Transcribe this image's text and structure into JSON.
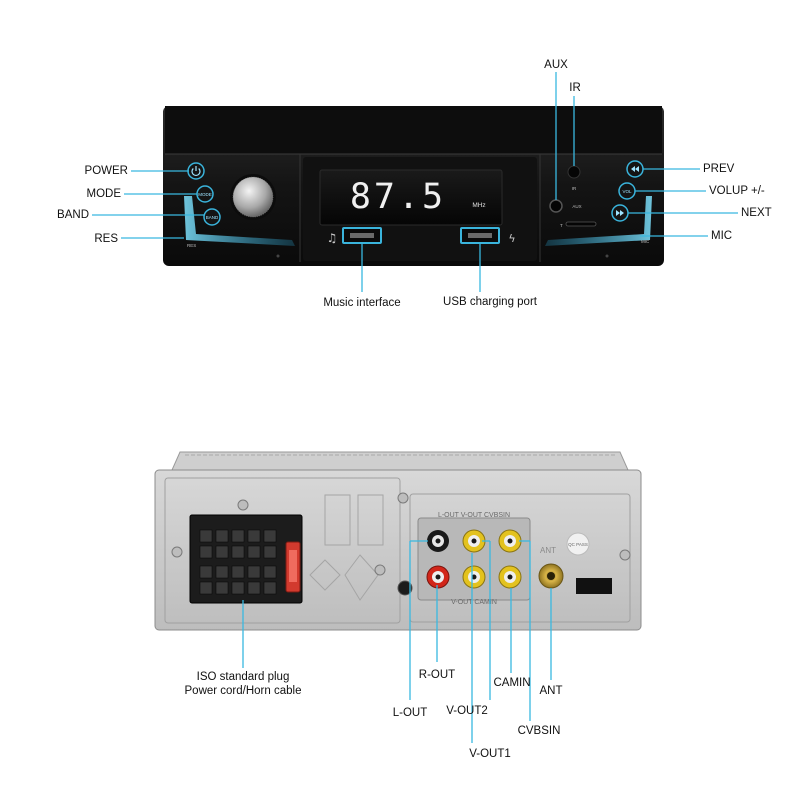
{
  "front_panel": {
    "display": {
      "frequency": "87.5",
      "unit": "MHz"
    },
    "tiny_labels": {
      "ir": "IR",
      "aux": "AUX",
      "res": "RES",
      "mic": "MIC",
      "t": "T"
    },
    "buttons": {
      "power": "power-icon",
      "mode": "MODE",
      "band": "BAND",
      "prev": "prev-icon",
      "volup": "VOL",
      "next": "next-icon"
    },
    "callouts": {
      "power": "POWER",
      "mode": "MODE",
      "band": "BAND",
      "res": "RES",
      "aux": "AUX",
      "ir": "IR",
      "prev": "PREV",
      "volup": "VOLUP +/-",
      "next": "NEXT",
      "mic": "MIC",
      "music": "Music interface",
      "usb": "USB charging port"
    },
    "accent_color": "#39b8e0"
  },
  "rear_panel": {
    "rca_header": "L-OUT V-OUT CVBSIN",
    "rca_footer": "V-OUT CAMIN",
    "ant_mark": "ANT",
    "sticker": "QC PASS",
    "callouts": {
      "iso_line1": "ISO standard plug",
      "iso_line2": "Power cord/Horn cable",
      "r_out": "R-OUT",
      "l_out": "L-OUT",
      "v_out2": "V-OUT2",
      "v_out1": "V-OUT1",
      "camin": "CAMIN",
      "cvbsin": "CVBSIN",
      "ant": "ANT"
    }
  }
}
